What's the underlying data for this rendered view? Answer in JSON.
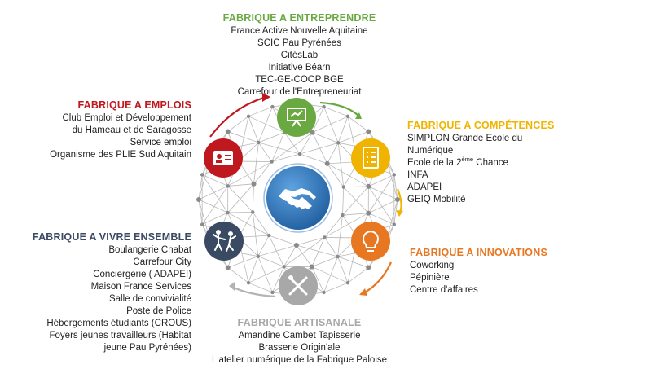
{
  "colors": {
    "entreprendre": "#6aa842",
    "emplois": "#c0181f",
    "competences": "#f0b400",
    "innovations": "#e87722",
    "artisanale": "#a8a8a8",
    "vivre": "#3b4a63",
    "center": "#3a7fc4",
    "network": "#9a9a9a"
  },
  "icons": {
    "entreprendre": "presentation-board-icon",
    "emplois": "id-badge-icon",
    "competences": "checklist-icon",
    "innovations": "lightbulb-icon",
    "artisanale": "wrench-screwdriver-icon",
    "vivre": "people-dancing-icon",
    "center": "handshake-icon"
  },
  "entreprendre": {
    "title": "FABRIQUE A ENTREPRENDRE",
    "items": [
      "France Active Nouvelle Aquitaine",
      "SCIC Pau Pyrénées",
      "CitésLab",
      "Initiative Béarn",
      "TEC-GE-COOP BGE",
      "Carrefour de l'Entrepreneuriat"
    ]
  },
  "emplois": {
    "title": "FABRIQUE A EMPLOIS",
    "items": [
      "Club Emploi et Développement",
      "du Hameau et de Saragosse",
      "Service emploi",
      "Organisme des PLIE Sud Aquitain"
    ]
  },
  "competences": {
    "title": "FABRIQUE A COMPÉTENCES",
    "item1": "SIMPLON Grande Ecole du",
    "item2": "Numérique",
    "item3_pre": "Ecole de la 2",
    "item3_sup": "ème",
    "item3_post": " Chance",
    "item4": "INFA",
    "item5": "ADAPEI",
    "item6": "GEIQ Mobilité"
  },
  "innovations": {
    "title": "FABRIQUE A INNOVATIONS",
    "items": [
      "Coworking",
      "Pépinière",
      "Centre d'affaires"
    ]
  },
  "vivre": {
    "title": "FABRIQUE A VIVRE ENSEMBLE",
    "items": [
      "Boulangerie Chabat",
      "Carrefour City",
      "Conciergerie ( ADAPEI)",
      "Maison France Services",
      "Salle de convivialité",
      "Poste de Police",
      "Hébergements étudiants (CROUS)",
      "Foyers jeunes travailleurs (Habitat",
      "jeune Pau Pyrénées)"
    ]
  },
  "artisanale": {
    "title": "FABRIQUE ARTISANALE",
    "items": [
      "Amandine Cambet Tapisserie",
      "Brasserie Origin'ale",
      "L'atelier numérique de la Fabrique Paloise"
    ]
  }
}
